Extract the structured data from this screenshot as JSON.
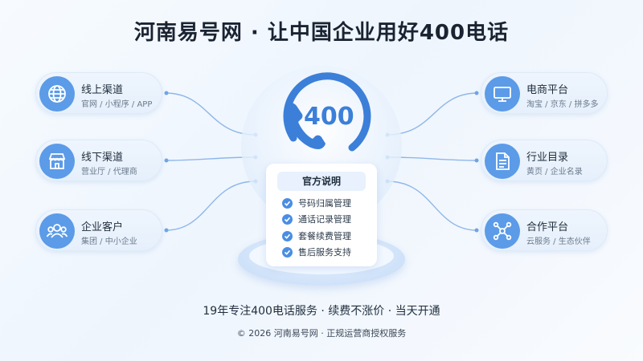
{
  "title": "河南易号网 · 让中国企业用好400电话",
  "center": {
    "badge": "400",
    "panel_title": "官方说明",
    "items": [
      "号码归属管理",
      "通话记录管理",
      "套餐续费管理",
      "售后服务支持"
    ]
  },
  "left_cards": [
    {
      "title": "线上渠道",
      "sub": "官网 / 小程序 / APP",
      "icon": "globe-icon"
    },
    {
      "title": "线下渠道",
      "sub": "营业厅 / 代理商",
      "icon": "store-icon"
    },
    {
      "title": "企业客户",
      "sub": "集团 / 中小企业",
      "icon": "users-icon"
    }
  ],
  "right_cards": [
    {
      "title": "电商平台",
      "sub": "淘宝 / 京东 / 拼多多",
      "icon": "monitor-icon"
    },
    {
      "title": "行业目录",
      "sub": "黄页 / 企业名录",
      "icon": "document-icon"
    },
    {
      "title": "合作平台",
      "sub": "云服务 / 生态伙伴",
      "icon": "network-icon"
    }
  ],
  "slogan": "19年专注400电话服务 · 续费不涨价 · 当天开通",
  "footer": "© 2026 河南易号网 · 正规运营商授权服务",
  "colors": {
    "accent": "#3b7fd9",
    "icon_bg": "#5b9be8",
    "connector": "#8fb7ea"
  }
}
